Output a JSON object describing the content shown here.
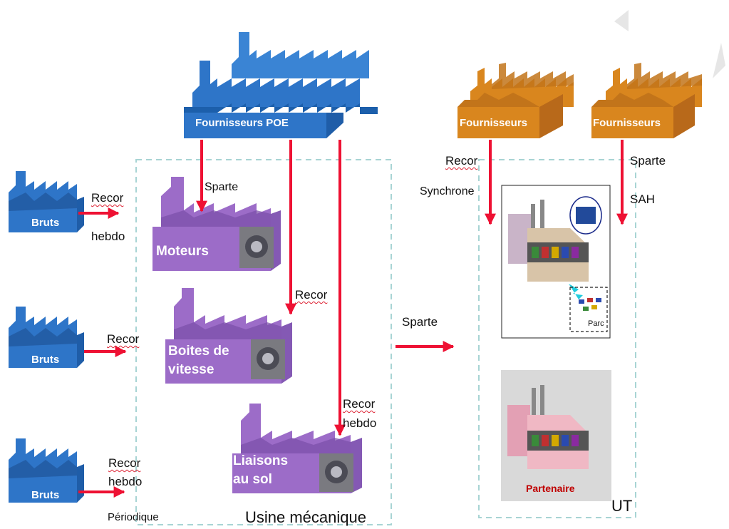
{
  "suppliers": {
    "poe": "Fournisseurs POE",
    "left": "Fournisseurs",
    "right": "Fournisseurs"
  },
  "bruts": [
    "Bruts",
    "Bruts",
    "Bruts"
  ],
  "bruts_flows": [
    {
      "line1": "Recor",
      "line2": "hebdo"
    },
    {
      "line1": "Recor",
      "line2": ""
    },
    {
      "line1": "Recor",
      "line2": "hebdo"
    }
  ],
  "plants": {
    "moteurs": "Moteurs",
    "boites": [
      "Boites de",
      "vitesse"
    ],
    "liaisons": [
      "Liaisons",
      "au sol"
    ]
  },
  "poe_flows": {
    "sparte": "Sparte",
    "recor": "Recor",
    "recor_hebdo": [
      "Recor",
      "hebdo"
    ]
  },
  "ut_flows": {
    "left": [
      "Recor",
      "Synchrone"
    ],
    "right": [
      "Sparte",
      "SAH"
    ],
    "middle": "Sparte"
  },
  "labels": {
    "periodique": "Périodique",
    "usine": "Usine mécanique",
    "ut": "UT",
    "parc": "Parc",
    "partenaire": "Partenaire"
  },
  "colors": {
    "blue_factory": "#2e75c8",
    "purple_factory": "#9c6cc8",
    "orange_factory": "#d9861e",
    "arrow": "#ee1133",
    "dashed_border": "#a8d4d4"
  }
}
